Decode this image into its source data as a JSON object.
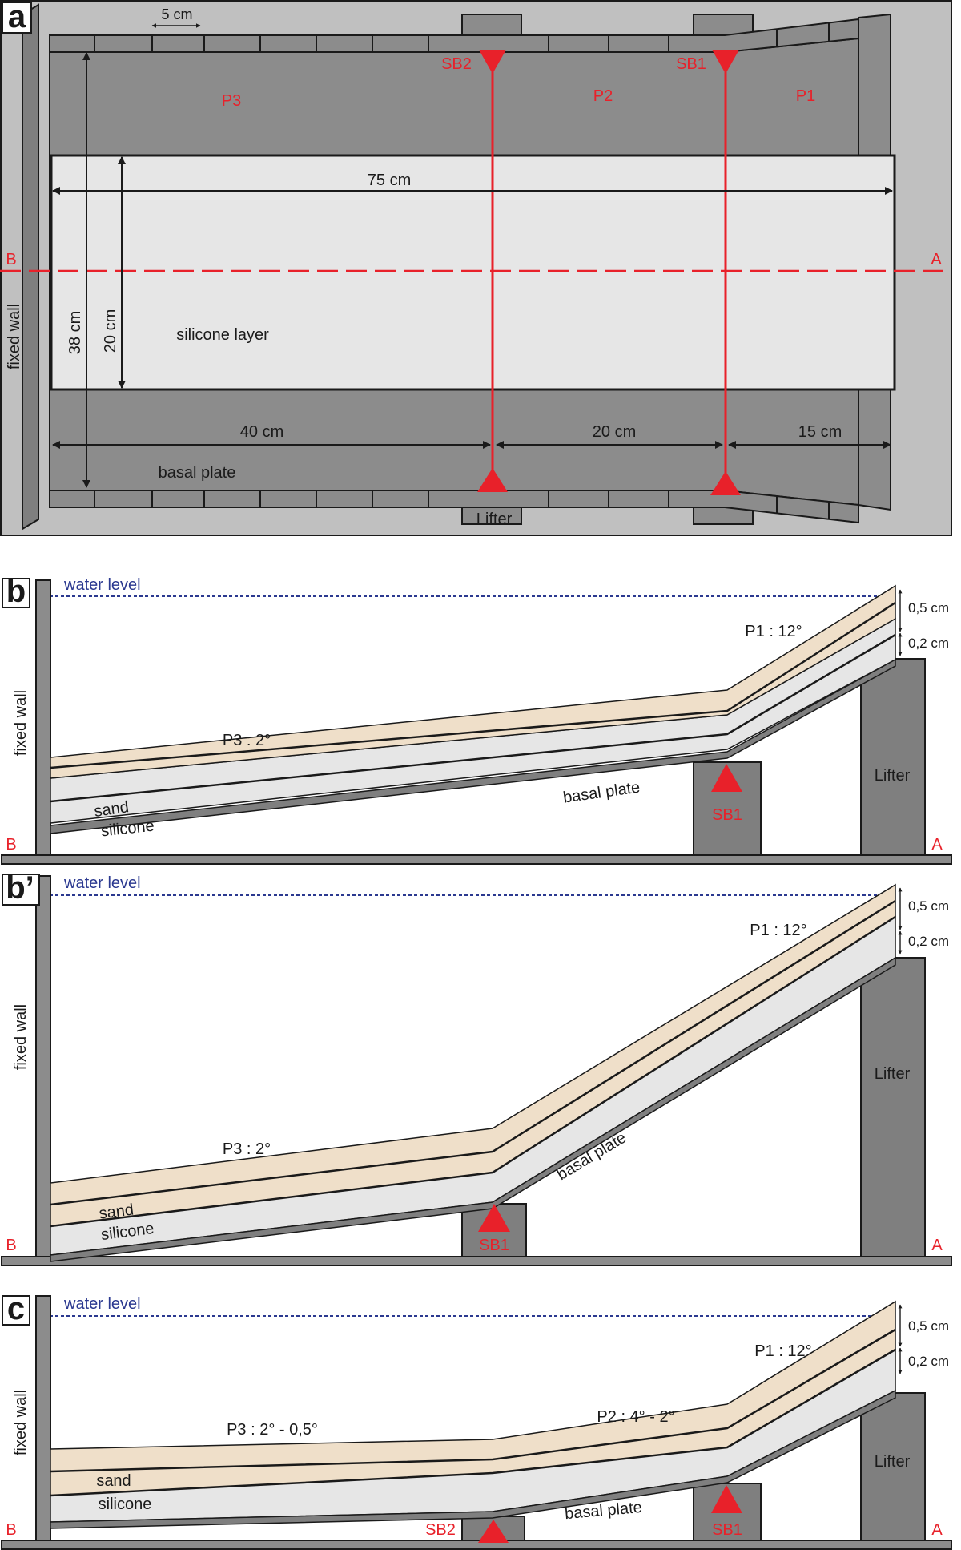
{
  "colors": {
    "frame_bg": "#c0c0c0",
    "plate": "#8c8c8c",
    "wall": "#7f7f7f",
    "silicone": "#e6e6e6",
    "sand": "#efdfc9",
    "red": "#e8212a",
    "blue": "#2b3990",
    "outline": "#1a1a1a"
  },
  "panel_a": {
    "letter": "a",
    "scale_label": "5 cm",
    "labels": {
      "sb2": "SB2",
      "sb1": "SB1",
      "p3": "P3",
      "p2": "P2",
      "p1": "P1",
      "fixed_wall": "fixed wall",
      "b": "B",
      "a": "A",
      "silicone_layer": "silicone layer",
      "basal_plate": "basal plate",
      "lifter": "Lifter"
    },
    "dimensions": {
      "length_75": "75 cm",
      "width_38": "38 cm",
      "width_20": "20 cm",
      "seg_40": "40 cm",
      "seg_20": "20 cm",
      "seg_15": "15 cm"
    }
  },
  "panel_b": {
    "letter": "b",
    "water_level": "water level",
    "fixed_wall": "fixed wall",
    "p1": "P1 : 12°",
    "p3": "P3 : 2°",
    "sand": "sand",
    "silicone": "silicone",
    "basal_plate": "basal plate",
    "sb1": "SB1",
    "lifter": "Lifter",
    "b": "B",
    "a": "A",
    "thick_sand": "0,5 cm",
    "thick_silicone": "0,2 cm"
  },
  "panel_b2": {
    "letter": "b’",
    "water_level": "water level",
    "fixed_wall": "fixed wall",
    "p1": "P1 : 12°",
    "p3": "P3 : 2°",
    "sand": "sand",
    "silicone": "silicone",
    "basal_plate": "basal plate",
    "sb1": "SB1",
    "lifter": "Lifter",
    "b": "B",
    "a": "A",
    "thick_sand": "0,5 cm",
    "thick_silicone": "0,2 cm"
  },
  "panel_c": {
    "letter": "c",
    "water_level": "water level",
    "fixed_wall": "fixed wall",
    "p1": "P1 : 12°",
    "p2": "P2 : 4° - 2°",
    "p3": "P3 : 2° - 0,5°",
    "sand": "sand",
    "silicone": "silicone",
    "basal_plate": "basal plate",
    "sb1": "SB1",
    "sb2": "SB2",
    "lifter": "Lifter",
    "b": "B",
    "a": "A",
    "thick_sand": "0,5 cm",
    "thick_silicone": "0,2 cm"
  }
}
